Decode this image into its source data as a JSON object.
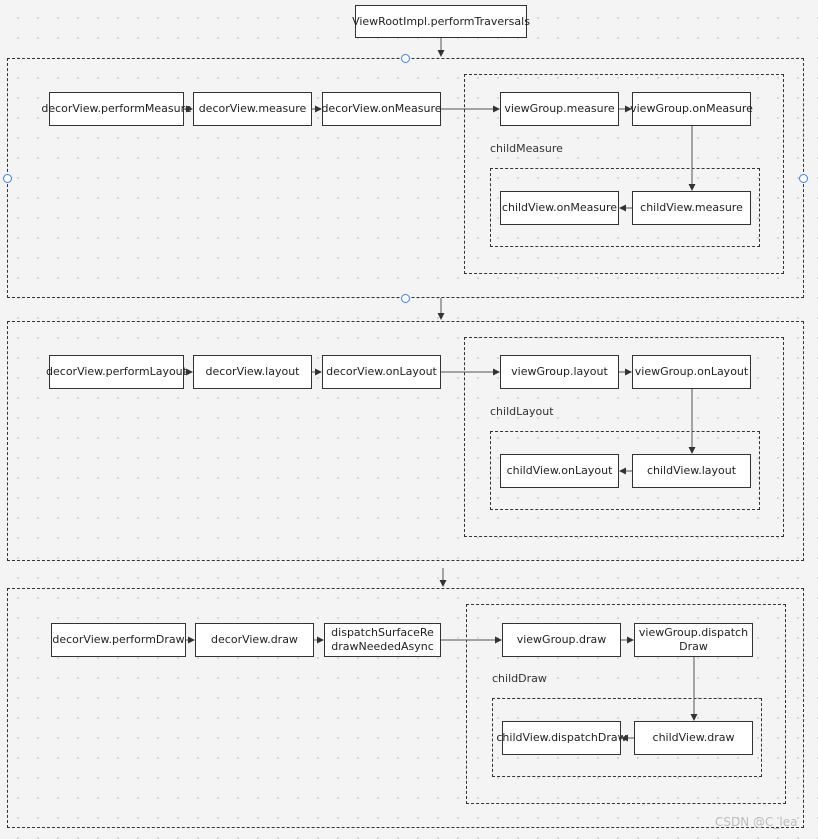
{
  "top_node": "ViewRootImpl.performTraversals",
  "measure": {
    "perform": "decorView.performMeasure",
    "call": "decorView.measure",
    "on": "decorView.onMeasure",
    "group_call": "viewGroup.measure",
    "group_on": "viewGroup.onMeasure",
    "label": "childMeasure",
    "child_on": "childView.onMeasure",
    "child_call": "childView.measure"
  },
  "layout": {
    "perform": "decorView.performLayout",
    "call": "decorView.layout",
    "on": "decorView.onLayout",
    "group_call": "viewGroup.layout",
    "group_on": "viewGroup.onLayout",
    "label": "childLayout",
    "child_on": "childView.onLayout",
    "child_call": "childView.layout"
  },
  "draw": {
    "perform": "decorView.performDraw",
    "call": "decorView.draw",
    "on": "dispatchSurfaceRedrawNeededAsync",
    "group_call": "viewGroup.draw",
    "group_on": "viewGroup.dispatchDraw",
    "label": "childDraw",
    "child_on": "childView.dispatchDraw",
    "child_call": "childView.draw"
  },
  "watermark": "CSDN @C_lea"
}
